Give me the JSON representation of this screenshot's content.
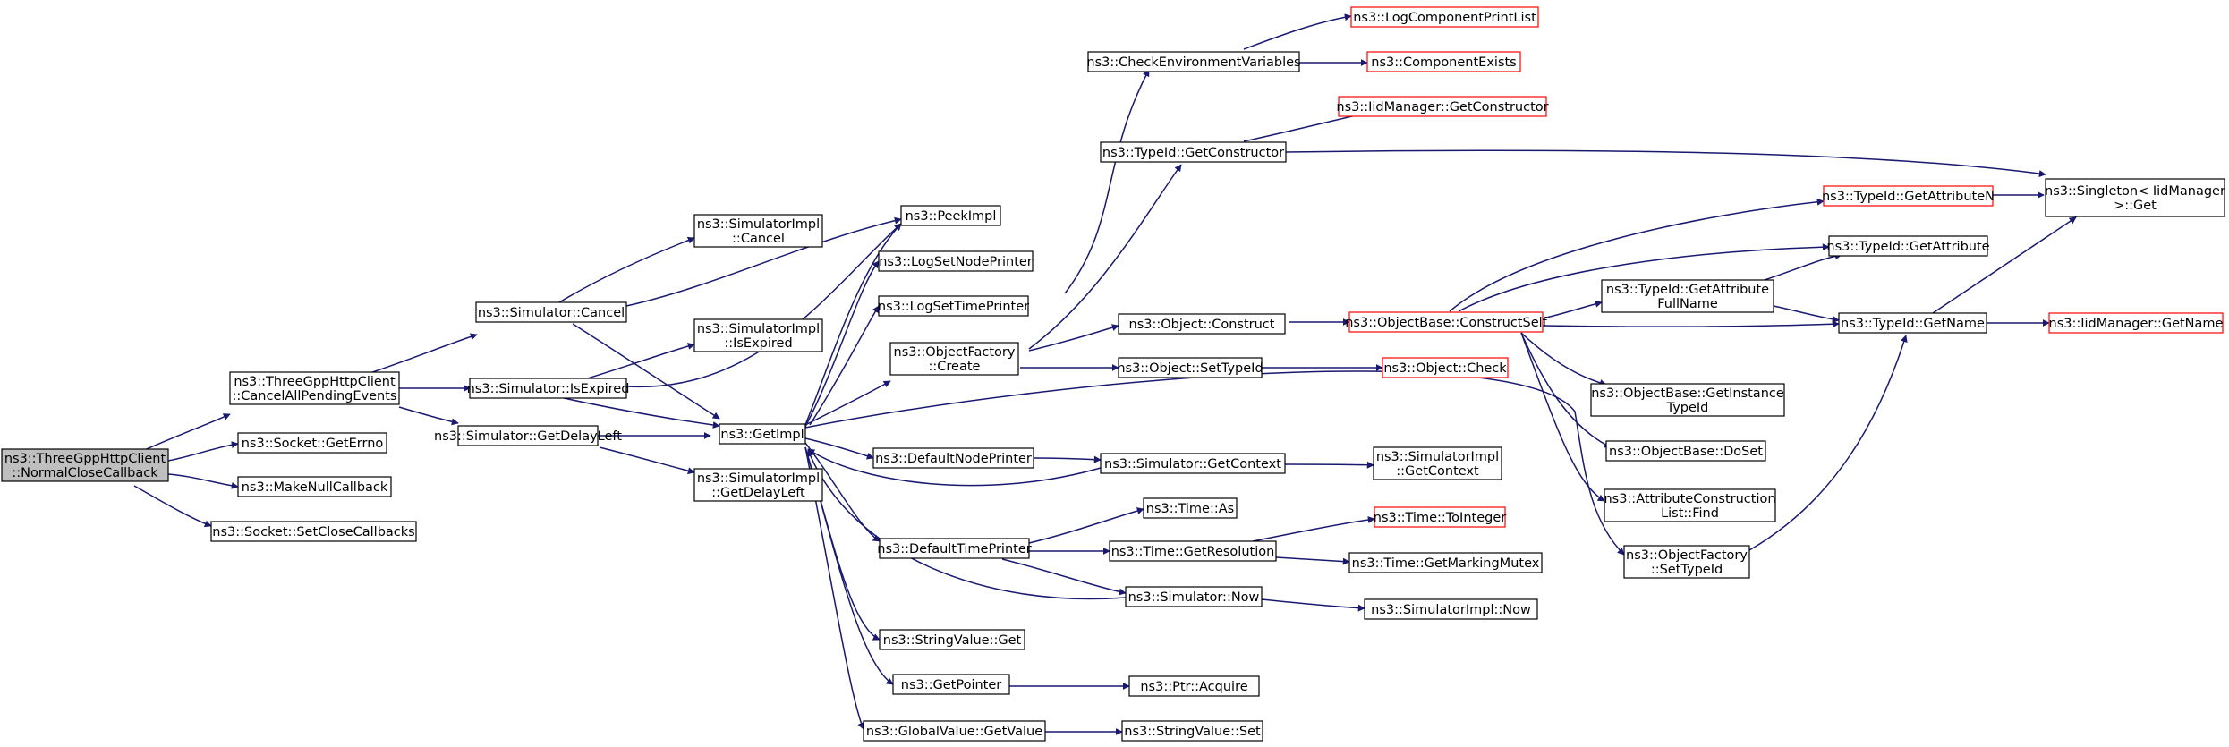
{
  "nodes": [
    {
      "id": "root",
      "lines": [
        "ns3::ThreeGppHttpClient",
        "::NormalCloseCallback"
      ],
      "style": "root"
    },
    {
      "id": "cancelAll",
      "lines": [
        "ns3::ThreeGppHttpClient",
        "::CancelAllPendingEvents"
      ],
      "style": "normal"
    },
    {
      "id": "geterrno",
      "lines": [
        "ns3::Socket::GetErrno"
      ],
      "style": "normal"
    },
    {
      "id": "makenull",
      "lines": [
        "ns3::MakeNullCallback"
      ],
      "style": "normal"
    },
    {
      "id": "setclose",
      "lines": [
        "ns3::Socket::SetCloseCallbacks"
      ],
      "style": "normal"
    },
    {
      "id": "simcancel",
      "lines": [
        "ns3::Simulator::Cancel"
      ],
      "style": "normal"
    },
    {
      "id": "simisexp",
      "lines": [
        "ns3::Simulator::IsExpired"
      ],
      "style": "normal"
    },
    {
      "id": "simdelay",
      "lines": [
        "ns3::Simulator::GetDelayLeft"
      ],
      "style": "normal"
    },
    {
      "id": "implcancel",
      "lines": [
        "ns3::SimulatorImpl",
        "::Cancel"
      ],
      "style": "normal"
    },
    {
      "id": "implisexp",
      "lines": [
        "ns3::SimulatorImpl",
        "::IsExpired"
      ],
      "style": "normal"
    },
    {
      "id": "impldelay",
      "lines": [
        "ns3::SimulatorImpl",
        "::GetDelayLeft"
      ],
      "style": "normal"
    },
    {
      "id": "getimpl",
      "lines": [
        "ns3::GetImpl"
      ],
      "style": "normal"
    },
    {
      "id": "peekimpl",
      "lines": [
        "ns3::PeekImpl"
      ],
      "style": "normal"
    },
    {
      "id": "lognode",
      "lines": [
        "ns3::LogSetNodePrinter"
      ],
      "style": "normal"
    },
    {
      "id": "logtime",
      "lines": [
        "ns3::LogSetTimePrinter"
      ],
      "style": "normal"
    },
    {
      "id": "objfcreate",
      "lines": [
        "ns3::ObjectFactory",
        "::Create"
      ],
      "style": "normal"
    },
    {
      "id": "defnode",
      "lines": [
        "ns3::DefaultNodePrinter"
      ],
      "style": "normal"
    },
    {
      "id": "deftime",
      "lines": [
        "ns3::DefaultTimePrinter"
      ],
      "style": "normal"
    },
    {
      "id": "strget",
      "lines": [
        "ns3::StringValue::Get"
      ],
      "style": "normal"
    },
    {
      "id": "getptr",
      "lines": [
        "ns3::GetPointer"
      ],
      "style": "normal"
    },
    {
      "id": "gvget",
      "lines": [
        "ns3::GlobalValue::GetValue"
      ],
      "style": "normal"
    },
    {
      "id": "checkenv",
      "lines": [
        "ns3::CheckEnvironmentVariables"
      ],
      "style": "normal"
    },
    {
      "id": "logcomp",
      "lines": [
        "ns3::LogComponentPrintList"
      ],
      "style": "red"
    },
    {
      "id": "compexists",
      "lines": [
        "ns3::ComponentExists"
      ],
      "style": "red"
    },
    {
      "id": "iidgetctor",
      "lines": [
        "ns3::IidManager::GetConstructor"
      ],
      "style": "red"
    },
    {
      "id": "tidgetctor",
      "lines": [
        "ns3::TypeId::GetConstructor"
      ],
      "style": "normal"
    },
    {
      "id": "objconstruct",
      "lines": [
        "ns3::Object::Construct"
      ],
      "style": "normal"
    },
    {
      "id": "objsettid",
      "lines": [
        "ns3::Object::SetTypeId"
      ],
      "style": "normal"
    },
    {
      "id": "simgetctx",
      "lines": [
        "ns3::Simulator::GetContext"
      ],
      "style": "normal"
    },
    {
      "id": "timeas",
      "lines": [
        "ns3::Time::As"
      ],
      "style": "normal"
    },
    {
      "id": "timegetres",
      "lines": [
        "ns3::Time::GetResolution"
      ],
      "style": "normal"
    },
    {
      "id": "simnow",
      "lines": [
        "ns3::Simulator::Now"
      ],
      "style": "normal"
    },
    {
      "id": "ptracq",
      "lines": [
        "ns3::Ptr::Acquire"
      ],
      "style": "normal"
    },
    {
      "id": "strset",
      "lines": [
        "ns3::StringValue::Set"
      ],
      "style": "normal"
    },
    {
      "id": "obconstructself",
      "lines": [
        "ns3::ObjectBase::ConstructSelf"
      ],
      "style": "red"
    },
    {
      "id": "objcheck",
      "lines": [
        "ns3::Object::Check"
      ],
      "style": "red"
    },
    {
      "id": "implgetctx",
      "lines": [
        "ns3::SimulatorImpl",
        "::GetContext"
      ],
      "style": "normal"
    },
    {
      "id": "timetoint",
      "lines": [
        "ns3::Time::ToInteger"
      ],
      "style": "red"
    },
    {
      "id": "timemutex",
      "lines": [
        "ns3::Time::GetMarkingMutex"
      ],
      "style": "normal"
    },
    {
      "id": "implnow",
      "lines": [
        "ns3::SimulatorImpl::Now"
      ],
      "style": "normal"
    },
    {
      "id": "tidgetattrn",
      "lines": [
        "ns3::TypeId::GetAttributeN"
      ],
      "style": "red"
    },
    {
      "id": "tidgetattr",
      "lines": [
        "ns3::TypeId::GetAttribute"
      ],
      "style": "normal"
    },
    {
      "id": "tidgetattrfull",
      "lines": [
        "ns3::TypeId::GetAttribute",
        "FullName"
      ],
      "style": "normal"
    },
    {
      "id": "tidgetname",
      "lines": [
        "ns3::TypeId::GetName"
      ],
      "style": "normal"
    },
    {
      "id": "obgetinst",
      "lines": [
        "ns3::ObjectBase::GetInstance",
        "TypeId"
      ],
      "style": "normal"
    },
    {
      "id": "obdoset",
      "lines": [
        "ns3::ObjectBase::DoSet"
      ],
      "style": "normal"
    },
    {
      "id": "attrfind",
      "lines": [
        "ns3::AttributeConstruction",
        "List::Find"
      ],
      "style": "normal"
    },
    {
      "id": "objfsettid",
      "lines": [
        "ns3::ObjectFactory",
        "::SetTypeId"
      ],
      "style": "normal"
    },
    {
      "id": "singleton",
      "lines": [
        "ns3::Singleton< IidManager",
        " >::Get"
      ],
      "style": "normal"
    },
    {
      "id": "iidgetname",
      "lines": [
        "ns3::IidManager::GetName"
      ],
      "style": "red"
    }
  ]
}
